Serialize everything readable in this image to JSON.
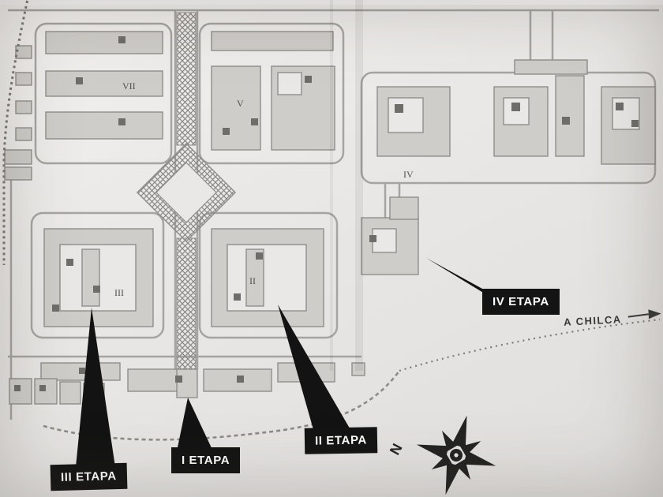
{
  "labels": {
    "etapa1": "I ETAPA",
    "etapa2": "II ETAPA",
    "etapa3": "III ETAPA",
    "etapa4": "IV ETAPA",
    "chilca": "A CHILCA",
    "north": "N"
  },
  "numerals": {
    "vii": "VII",
    "v": "V",
    "iv": "IV",
    "iii": "III",
    "ii": "II"
  },
  "colors": {
    "paper": "#eae8e6",
    "block_fill": "#cfcdc9",
    "road": "#a6a4a1",
    "outline": "#8f8d8a",
    "lot_dark": "#6f6d6a",
    "label_bg": "#141414",
    "label_text": "#ffffff",
    "ink": "#2a2a28"
  }
}
